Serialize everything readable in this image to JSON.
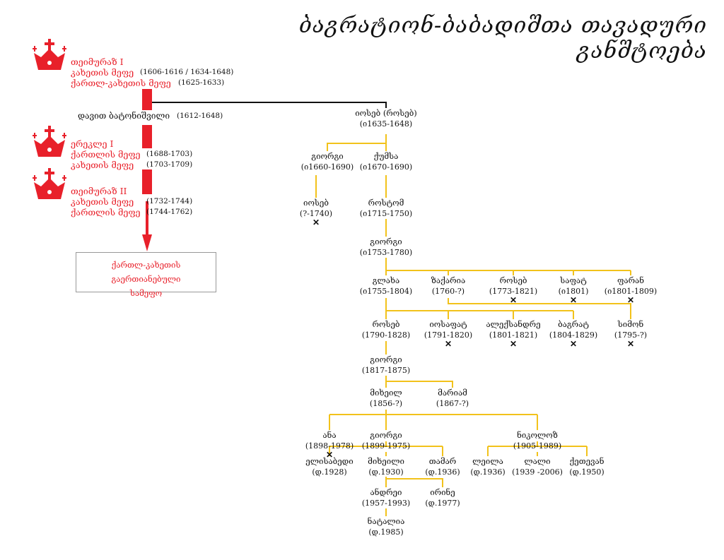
{
  "title": "ბაგრატიონ-ბაბადიშთა თავადური განშტოება",
  "kings": [
    {
      "name": "თეიმურაზ I",
      "titles": [
        {
          "text": "კახეთის მეფე",
          "dates": "(1606-1616 / 1634-1648)"
        },
        {
          "text": "ქართლ-კახეთის მეფე",
          "dates": "(1625-1633)"
        }
      ]
    },
    {
      "name": "ერეკლე I",
      "titles": [
        {
          "text": "ქართლის მეფე",
          "dates": "(1688-1703)"
        },
        {
          "text": "კახეთის მეფე",
          "dates": "(1703-1709)"
        }
      ]
    },
    {
      "name": "თეიმურაზ II",
      "titles": [
        {
          "text": "კახეთის მეფე",
          "dates": "(1732-1744)"
        },
        {
          "text": "ქართლის მეფე",
          "dates": "(1744-1762)"
        }
      ]
    }
  ],
  "davit": {
    "name": "დავით ბატონიშვილი",
    "dates": "(1612-1648)"
  },
  "unified_kingdom": {
    "line1": "ქართლ-კახეთის გაერთიანებული",
    "line2": "სამეფო"
  },
  "dead_mark": "✕",
  "colors": {
    "red": "#e8202a",
    "yellow": "#f2c21b",
    "black": "#111111"
  },
  "persons": [
    {
      "name": "იოსებ (როსებ)",
      "dates": "(ი1635-1648)"
    },
    {
      "name": "გიორგი",
      "dates": "(ი1660-1690)"
    },
    {
      "name": "ქუმსა",
      "dates": "(ი1670-1690)"
    },
    {
      "name": "იოსებ",
      "dates": "(?-1740)",
      "dead": true
    },
    {
      "name": "როსტომ",
      "dates": "(ი1715-1750)"
    },
    {
      "name": "გიორგი",
      "dates": "(ი1753-1780)"
    },
    {
      "name": "გლახა",
      "dates": "(ი1755-1804)"
    },
    {
      "name": "ზაქარია",
      "dates": "(1760-?)"
    },
    {
      "name": "როსებ",
      "dates": "(1773-1821)",
      "dead": true
    },
    {
      "name": "საფატ",
      "dates": "(ი1801)",
      "dead": true
    },
    {
      "name": "ფარან",
      "dates": "(ი1801-1809)",
      "dead": true
    },
    {
      "name": "როსებ",
      "dates": "(1790-1828)"
    },
    {
      "name": "იოსაფატ",
      "dates": "(1791-1820)",
      "dead": true
    },
    {
      "name": "ალექსანდრე",
      "dates": "(1801-1821)",
      "dead": true
    },
    {
      "name": "ბაგრატ",
      "dates": "(1804-1829)",
      "dead": true
    },
    {
      "name": "სიმონ",
      "dates": "(1795-?)",
      "dead": true
    },
    {
      "name": "გიორგი",
      "dates": "(1817-1875)"
    },
    {
      "name": "მიხეილ",
      "dates": "(1856-?)"
    },
    {
      "name": "მარიამ",
      "dates": "(1867-?)"
    },
    {
      "name": "ანა",
      "dates": "(1898-1978)",
      "dead": true
    },
    {
      "name": "გიორგი",
      "dates": "(1899-1975)"
    },
    {
      "name": "ნიკოლოზ",
      "dates": "(1905-1989)"
    },
    {
      "name": "ელისაბედი",
      "dates": "(დ.1928)"
    },
    {
      "name": "მიხეილი",
      "dates": "(დ.1930)"
    },
    {
      "name": "თამარ",
      "dates": "(დ.1936)"
    },
    {
      "name": "ლეილა",
      "dates": "(დ.1936)"
    },
    {
      "name": "ლალი",
      "dates": "(1939 -2006)"
    },
    {
      "name": "ქეთევან",
      "dates": "(დ.1950)"
    },
    {
      "name": "ანდრეი",
      "dates": "(1957-1993)"
    },
    {
      "name": "ირინე",
      "dates": "(დ.1977)"
    },
    {
      "name": "ნატალია",
      "dates": "(დ.1985)"
    }
  ]
}
